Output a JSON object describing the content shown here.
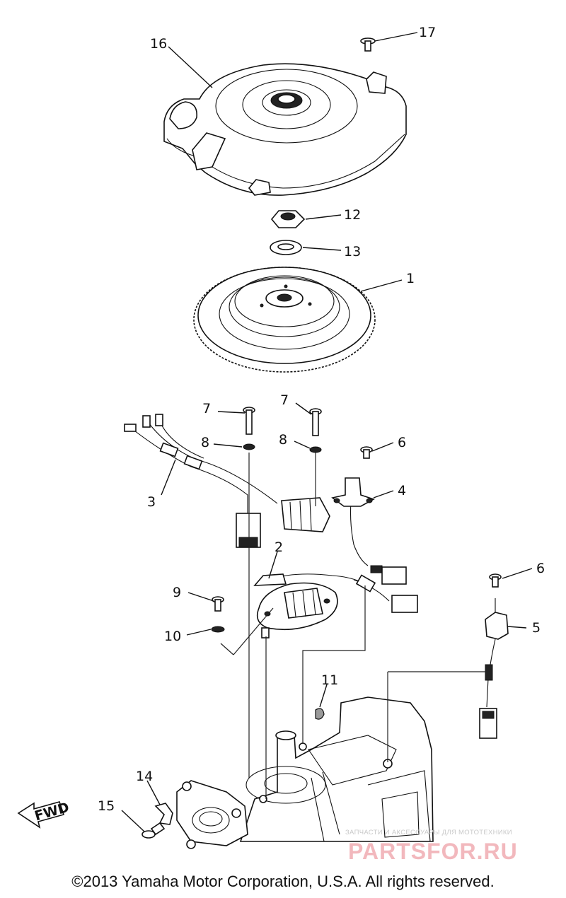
{
  "diagram": {
    "callouts": {
      "p1": "1",
      "p2": "2",
      "p3": "3",
      "p4": "4",
      "p5": "5",
      "p6a": "6",
      "p6b": "6",
      "p7a": "7",
      "p7b": "7",
      "p8a": "8",
      "p8b": "8",
      "p9": "9",
      "p10": "10",
      "p11": "11",
      "p12": "12",
      "p13": "13",
      "p14": "14",
      "p15": "15",
      "p16": "16",
      "p17": "17"
    },
    "fwd_label": "FWD",
    "copyright": "©2013 Yamaha Motor Corporation, U.S.A. All rights reserved.",
    "watermark": {
      "tagline": "ЗАПЧАСТИ И АКСЕССУАРЫ ДЛЯ МОТОТЕХНИКИ",
      "brand": "PARTSFOR.RU"
    }
  }
}
